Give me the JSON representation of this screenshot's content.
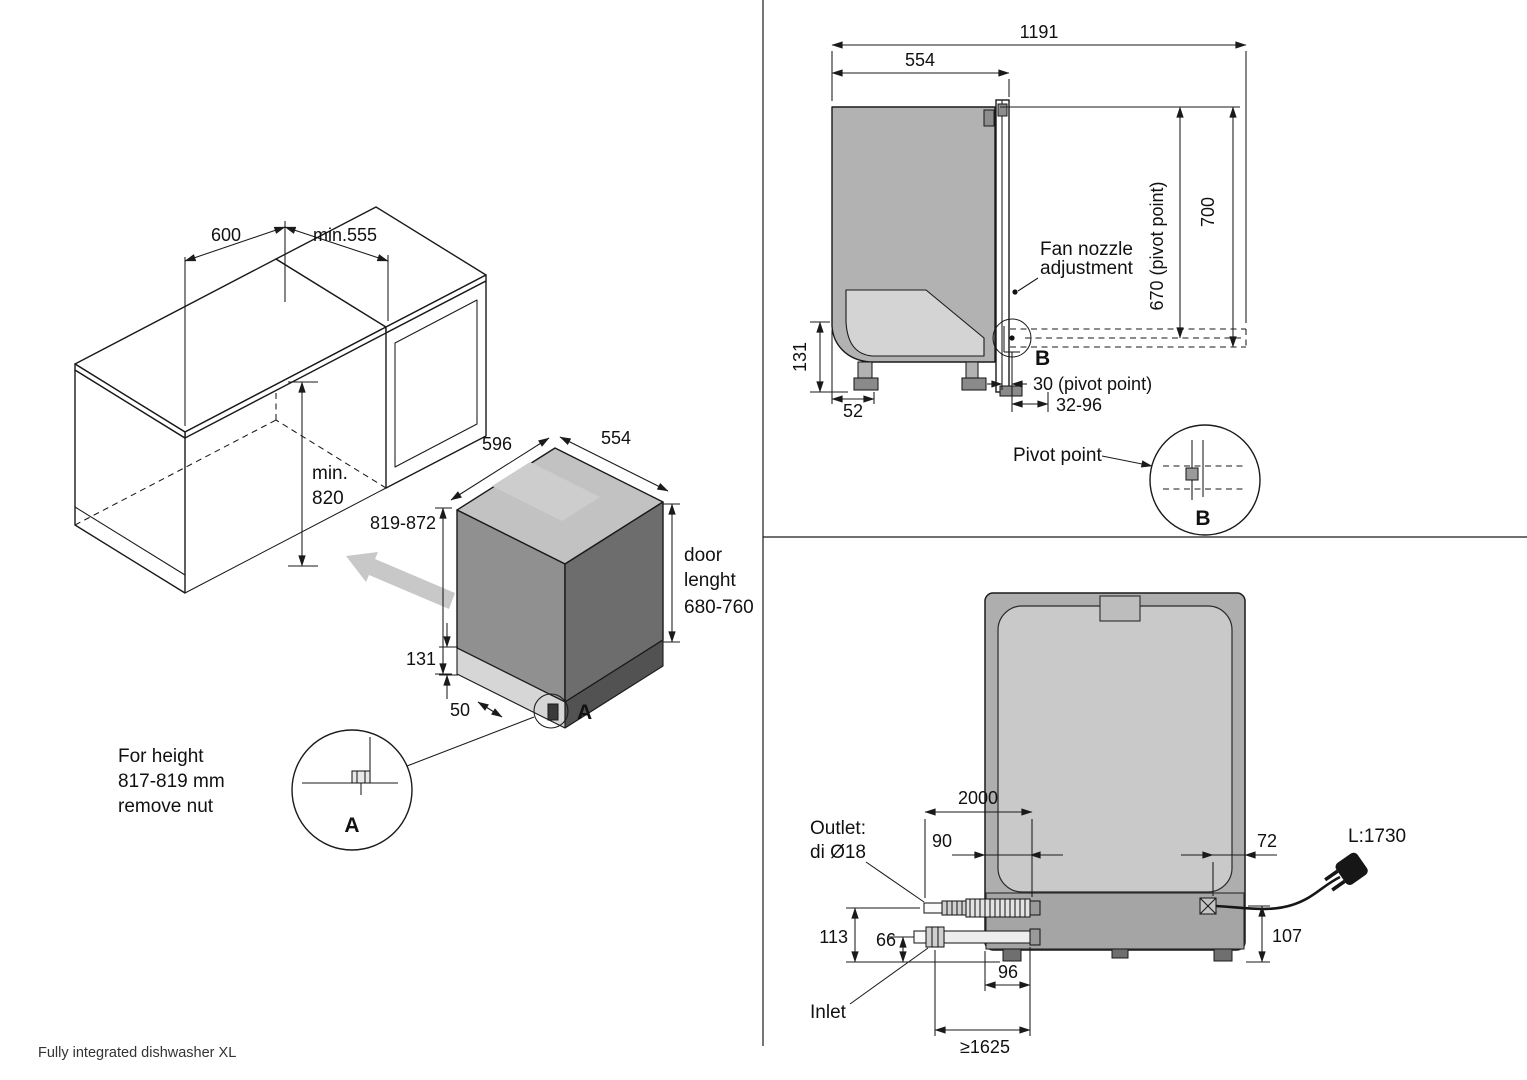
{
  "iso": {
    "dim_600": "600",
    "dim_min555": "min.555",
    "min820_l1": "min.",
    "min820_l2": "820",
    "dim_819_872": "819-872",
    "dim_596": "596",
    "dim_554": "554",
    "door_l1": "door",
    "door_l2": "lenght",
    "door_l3": "680-760",
    "dim_131": "131",
    "dim_50": "50",
    "note_l1": "For height",
    "note_l2": "817-819 mm",
    "note_l3": "remove nut",
    "detail_a": "A",
    "marker_a": "A"
  },
  "side": {
    "dim_1191": "1191",
    "dim_554": "554",
    "dim_700": "700",
    "dim_670": "670 (pivot point)",
    "dim_131": "131",
    "dim_52": "52",
    "dim_30": "30 (pivot point)",
    "dim_32_96": "32-96",
    "fan_l1": "Fan nozzle",
    "fan_l2": "adjustment",
    "pivot_point": "Pivot point",
    "marker_b": "B",
    "detail_b": "B"
  },
  "rear": {
    "dim_2000": "2000",
    "dim_90": "90",
    "dim_72": "72",
    "cord_length": "L:1730",
    "dim_113": "113",
    "dim_66": "66",
    "dim_96": "96",
    "dim_107": "107",
    "dim_min1625": "≥1625",
    "outlet_l1": "Outlet:",
    "outlet_l2": "di Ø18",
    "inlet": "Inlet"
  },
  "footer": {
    "caption": "Fully integrated dishwasher XL"
  }
}
